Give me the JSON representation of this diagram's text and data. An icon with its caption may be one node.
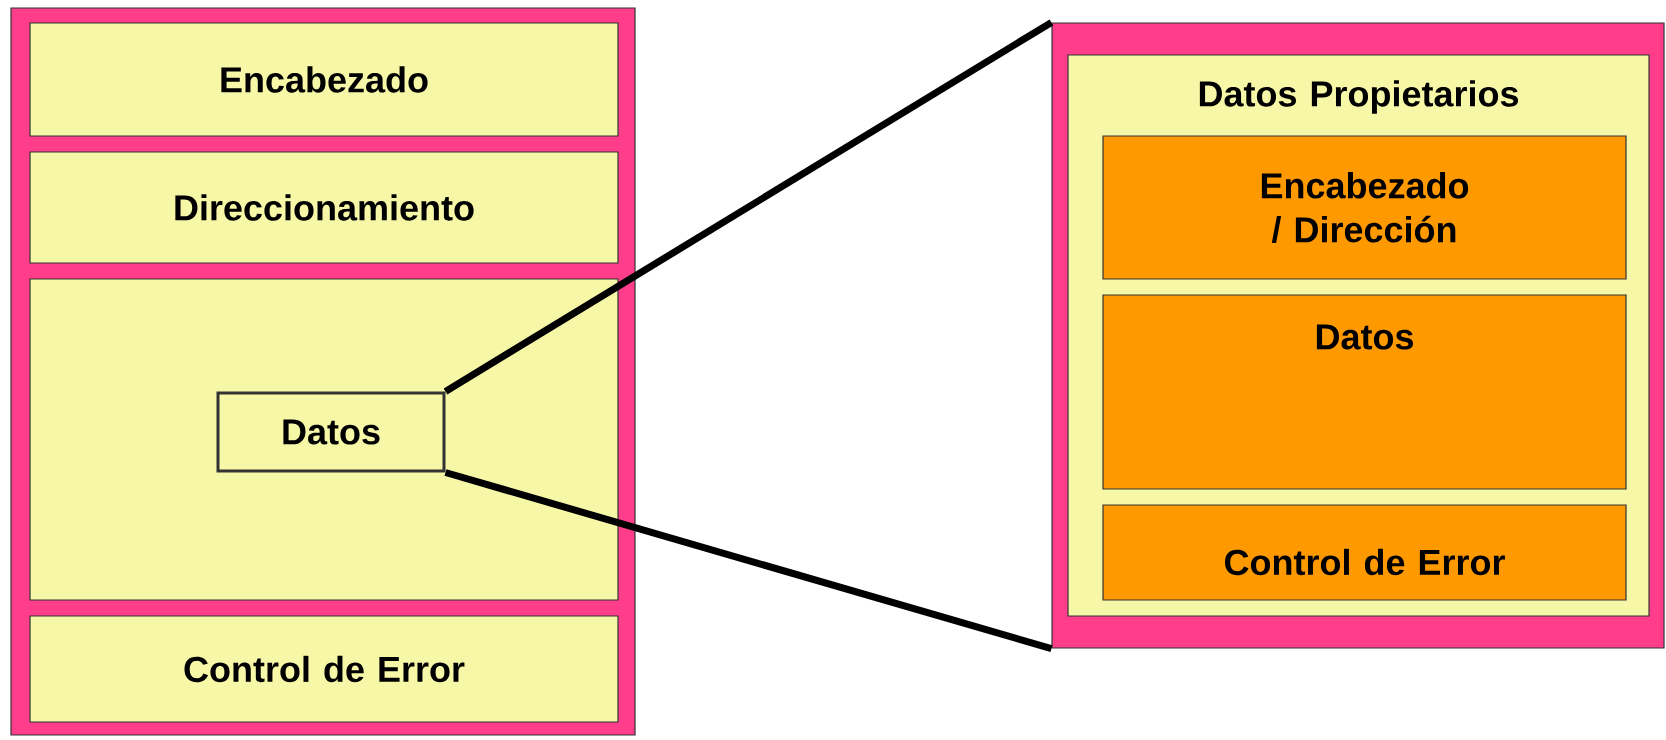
{
  "diagram": {
    "nodes": [
      {
        "text": [],
        "shape": "box"
      },
      {
        "text": [
          "Encabezado"
        ],
        "in": 0
      },
      {
        "text": [
          "Direccionamiento"
        ],
        "in": 0
      },
      {
        "text": [],
        "shape": "box",
        "in": 0
      },
      {
        "text": [
          "Datos"
        ],
        "in": 3
      },
      {
        "text": [
          "Control de Error"
        ],
        "in": 0
      },
      {
        "text": [],
        "shape": "box"
      },
      {
        "text": [
          "Datos Propietarios"
        ],
        "in": 6
      },
      {
        "text": [
          "Encabezado / Dirección"
        ],
        "in": 7
      },
      {
        "text": [
          "Datos"
        ],
        "in": 7
      },
      {
        "text": [
          "Control de Error"
        ],
        "in": 7
      }
    ],
    "edges": [
      {
        "from": 4,
        "to": 6,
        "arrow": "none"
      },
      {
        "from": 4,
        "to": 6,
        "arrow": "none"
      }
    ]
  }
}
